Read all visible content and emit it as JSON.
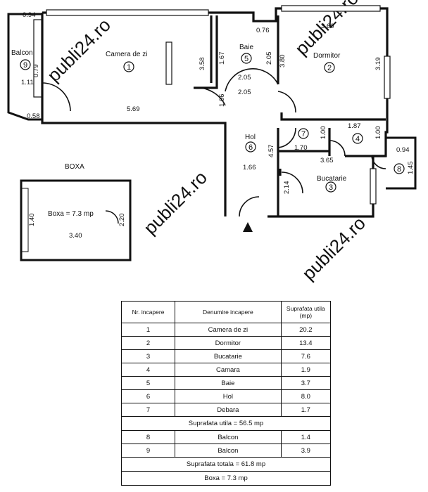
{
  "watermark": "publi24.ro",
  "plan": {
    "rooms": [
      {
        "id": "camera-de-zi",
        "name": "Camera de zi",
        "num": "1"
      },
      {
        "id": "dormitor",
        "name": "Dormitor",
        "num": "2"
      },
      {
        "id": "bucatarie",
        "name": "Bucatarie",
        "num": "3"
      },
      {
        "id": "camara",
        "name": "",
        "num": "4"
      },
      {
        "id": "baie",
        "name": "Baie",
        "num": "5"
      },
      {
        "id": "hol",
        "name": "Hol",
        "num": "6"
      },
      {
        "id": "debara",
        "name": "",
        "num": "7"
      },
      {
        "id": "balcon-8",
        "name": "",
        "num": "8"
      },
      {
        "id": "balcon-9",
        "name": "Balcon",
        "num": "9"
      }
    ],
    "dims": {
      "d094_top": "0.94",
      "d079": "0.79",
      "d111": "1.11",
      "d058": "0.58",
      "d569": "5.69",
      "d358": "3.58",
      "d167": "1.67",
      "d205_baie": "2.05",
      "d076": "0.76",
      "d205_a": "2.05",
      "d205_b": "2.05",
      "d360": "3.60",
      "d380": "3.80",
      "d319": "3.19",
      "d106": "1.06",
      "d457": "4.57",
      "d166": "1.66",
      "d170": "1.70",
      "d100_a": "1.00",
      "d187": "1.87",
      "d100_b": "1.00",
      "d365": "3.65",
      "d214": "2.14",
      "d094_b": "0.94",
      "d145": "1.45"
    },
    "boxa": {
      "heading": "BOXA",
      "label": "Boxa = 7.3 mp",
      "d140": "1.40",
      "d220": "2.20",
      "d340": "3.40"
    }
  },
  "table": {
    "headers": {
      "nr": "Nr. incapere",
      "name": "Denumire incapere",
      "area": "Suprafata utila (mp)"
    },
    "rows": [
      {
        "nr": "1",
        "name": "Camera de zi",
        "area": "20.2"
      },
      {
        "nr": "2",
        "name": "Dormitor",
        "area": "13.4"
      },
      {
        "nr": "3",
        "name": "Bucatarie",
        "area": "7.6"
      },
      {
        "nr": "4",
        "name": "Camara",
        "area": "1.9"
      },
      {
        "nr": "5",
        "name": "Baie",
        "area": "3.7"
      },
      {
        "nr": "6",
        "name": "Hol",
        "area": "8.0"
      },
      {
        "nr": "7",
        "name": "Debara",
        "area": "1.7"
      }
    ],
    "subtotal": "Suprafata utila = 56.5 mp",
    "balcony_rows": [
      {
        "nr": "8",
        "name": "Balcon",
        "area": "1.4"
      },
      {
        "nr": "9",
        "name": "Balcon",
        "area": "3.9"
      }
    ],
    "total": "Suprafata  totala = 61.8 mp",
    "boxa": "Boxa = 7.3 mp"
  }
}
